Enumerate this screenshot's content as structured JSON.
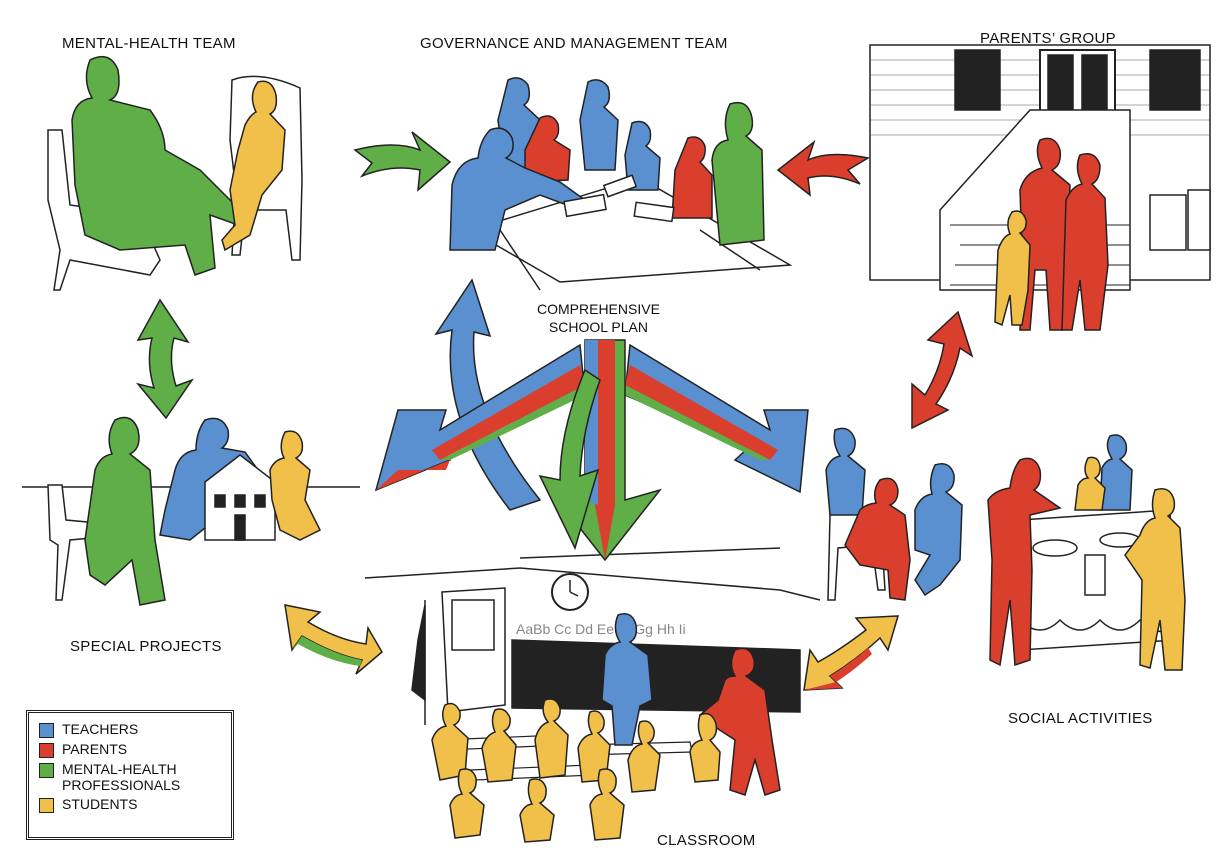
{
  "labels": {
    "mental_health_team": "MENTAL-HEALTH TEAM",
    "governance": "GOVERNANCE AND MANAGEMENT TEAM",
    "parents_group": "PARENTS’ GROUP",
    "center_plan": "COMPREHENSIVE\nSCHOOL PLAN",
    "special_projects": "SPECIAL PROJECTS",
    "social_activities": "SOCIAL ACTIVITIES",
    "classroom": "CLASSROOM"
  },
  "chalkboard_letters": "AaBb Cc Dd Ee Ff Gg Hh Ii",
  "legend": [
    {
      "label": "TEACHERS",
      "color": "#5a8fd0"
    },
    {
      "label": "PARENTS",
      "color": "#d93f2c"
    },
    {
      "label": "MENTAL-HEALTH\nPROFESSIONALS",
      "color": "#5fae48"
    },
    {
      "label": "STUDENTS",
      "color": "#f0c04a"
    }
  ],
  "colors": {
    "teacher": "#5a8fd0",
    "parent": "#d93f2c",
    "mental": "#5fae48",
    "student": "#f0c04a",
    "line": "#222222"
  }
}
